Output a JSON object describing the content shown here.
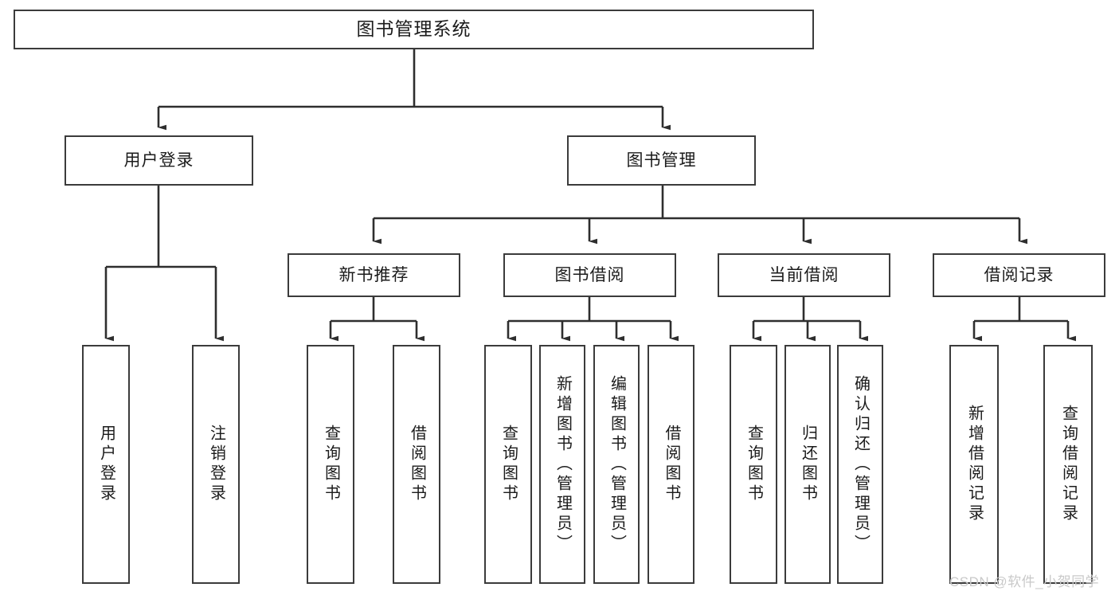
{
  "diagram": {
    "type": "tree",
    "title": "图书管理系统",
    "root": {
      "label": "图书管理系统"
    },
    "level2": [
      {
        "label": "用户登录"
      },
      {
        "label": "图书管理"
      }
    ],
    "level3": [
      {
        "label": "新书推荐"
      },
      {
        "label": "图书借阅"
      },
      {
        "label": "当前借阅"
      },
      {
        "label": "借阅记录"
      }
    ],
    "leaves_user_login": [
      {
        "label": "用户登录"
      },
      {
        "label": "注销登录"
      }
    ],
    "leaves_new_book": [
      {
        "label": "查询图书"
      },
      {
        "label": "借阅图书"
      }
    ],
    "leaves_borrow": [
      {
        "label": "查询图书"
      },
      {
        "label": "新增图书（管理员）"
      },
      {
        "label": "编辑图书（管理员）"
      },
      {
        "label": "借阅图书"
      }
    ],
    "leaves_current": [
      {
        "label": "查询图书"
      },
      {
        "label": "归还图书"
      },
      {
        "label": "确认归还（管理员）"
      }
    ],
    "leaves_records": [
      {
        "label": "新增借阅记录"
      },
      {
        "label": "查询借阅记录"
      }
    ]
  },
  "watermark": {
    "text": "CSDN @软件_小贺同学"
  },
  "colors": {
    "border": "#3b3b3b",
    "text": "#1b1b1b",
    "background": "#ffffff",
    "watermark": "#c9c9c9"
  }
}
